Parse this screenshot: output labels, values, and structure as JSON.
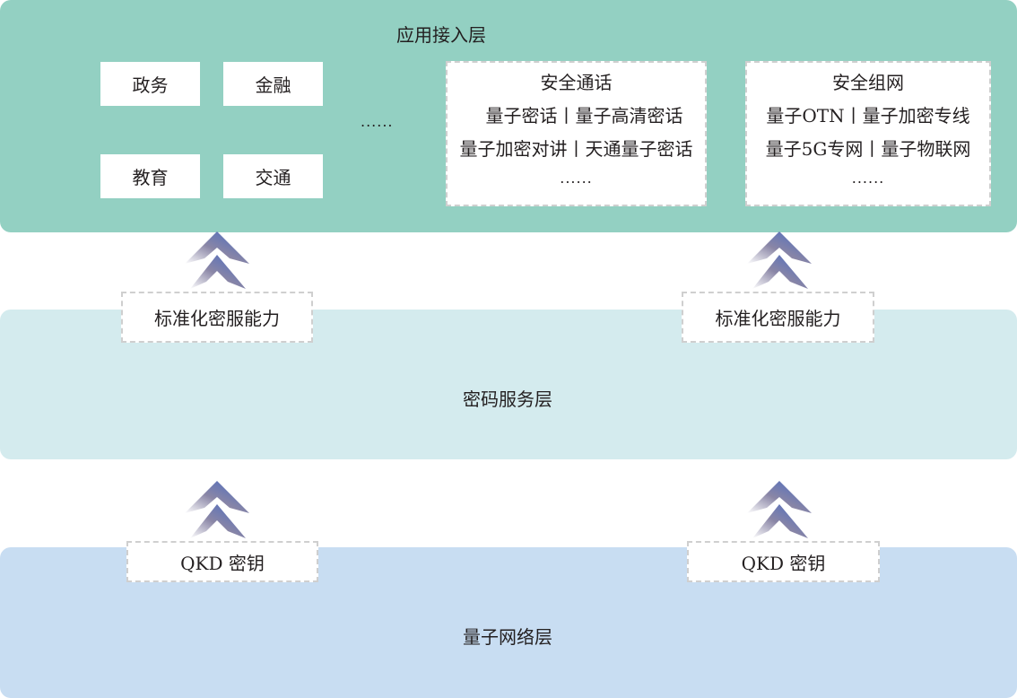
{
  "layers": {
    "application": {
      "title": "应用接入层",
      "sectors": [
        "政务",
        "金融",
        "教育",
        "交通"
      ],
      "more": "......",
      "cards": [
        {
          "title": "安全通话",
          "lines": [
            "量子密话丨量子高清密话",
            "量子加密对讲丨天通量子密话"
          ],
          "more": "......"
        },
        {
          "title": "安全组网",
          "lines": [
            "量子OTN丨量子加密专线",
            "量子5G专网丨量子物联网"
          ],
          "more": "......"
        }
      ]
    },
    "crypto_service": {
      "title": "密码服务层",
      "output_labels": [
        "标准化密服能力",
        "标准化密服能力"
      ]
    },
    "quantum_network": {
      "title": "量子网络层",
      "output_labels": [
        "QKD 密钥",
        "QKD 密钥"
      ]
    }
  },
  "icons": {
    "arrow": "double-chevron-up-icon"
  },
  "colors": {
    "application_layer": "#93d0c2",
    "crypto_layer": "#d4ebee",
    "quantum_layer": "#c8ddf2",
    "arrow_top": "#4a6fc0",
    "arrow_fade": "#ffffff",
    "dashed_border": "#cfcfcf"
  }
}
